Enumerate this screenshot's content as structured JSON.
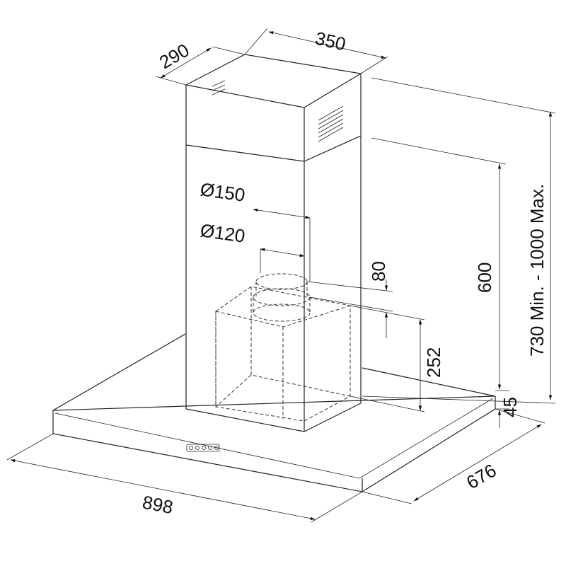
{
  "dimensions": {
    "chimney_depth": "290",
    "chimney_width": "350",
    "duct_outer": "Ø150",
    "duct_inner": "Ø120",
    "collar_height": "80",
    "motor_height": "252",
    "chimney_lower": "600",
    "total_height": "730 Min. - 1000 Max.",
    "canopy_thickness": "45",
    "hood_depth": "676",
    "hood_width": "898"
  },
  "colors": {
    "line": "#222222",
    "background": "#ffffff"
  }
}
